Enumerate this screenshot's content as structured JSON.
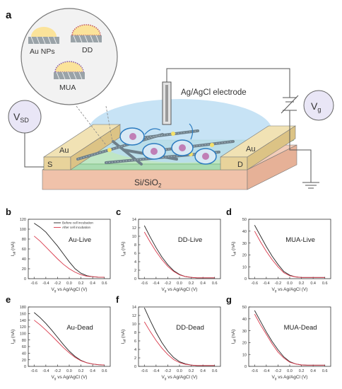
{
  "figure": {
    "panel_a": {
      "letter": "a",
      "inset_labels": [
        "Au NPs",
        "DD",
        "MUA"
      ],
      "electrode_label": "Ag/AgCl electrode",
      "vsd_label": "V",
      "vsd_sub": "SD",
      "vg_label": "V",
      "vg_sub": "g",
      "au_left": "Au",
      "au_right": "Au",
      "source": "S",
      "drain": "D",
      "substrate": "Si/SiO",
      "substrate_sub": "2",
      "colors": {
        "liquid": "#b9dcf2",
        "channel_green": "#bfe6c4",
        "substrate": "#f3cdb9",
        "gold": "#f1e2b4",
        "vsd_circle": "#e9e6f6",
        "nanoparticle": "#fbe39a"
      }
    },
    "legend": {
      "before": "Before cell incubation",
      "after": "After cell incubation",
      "before_color": "#222222",
      "after_color": "#d9384a"
    }
  },
  "chart_data": [
    {
      "panel": "b",
      "type": "line",
      "title": "Au-Live",
      "xlabel_main": "V",
      "xlabel_sub": "g",
      "xlabel_rest": " vs Ag/AgCl (V)",
      "ylabel_main": "I",
      "ylabel_sub": "sd",
      "ylabel_rest": " (nA)",
      "xlim": [
        -0.7,
        0.7
      ],
      "ylim": [
        0,
        120
      ],
      "xticks": [
        "-0.6",
        "-0.4",
        "-0.2",
        "0.0",
        "0.2",
        "0.4",
        "0.6"
      ],
      "yticks": [
        "0",
        "20",
        "40",
        "60",
        "80",
        "100",
        "120"
      ],
      "show_legend": true,
      "series": [
        {
          "name": "Before cell incubation",
          "x": [
            -0.6,
            -0.5,
            -0.4,
            -0.3,
            -0.2,
            -0.1,
            0.0,
            0.1,
            0.2,
            0.3,
            0.4,
            0.5,
            0.6
          ],
          "y": [
            112,
            104,
            94,
            80,
            66,
            50,
            34,
            20,
            11,
            6,
            4,
            3,
            3
          ]
        },
        {
          "name": "After cell incubation",
          "x": [
            -0.6,
            -0.5,
            -0.4,
            -0.3,
            -0.2,
            -0.1,
            0.0,
            0.1,
            0.2,
            0.3,
            0.4,
            0.5,
            0.6
          ],
          "y": [
            86,
            76,
            64,
            52,
            40,
            29,
            20,
            13,
            8,
            5,
            4,
            3,
            3
          ]
        }
      ]
    },
    {
      "panel": "c",
      "type": "line",
      "title": "DD-Live",
      "xlabel_main": "V",
      "xlabel_sub": "g",
      "xlabel_rest": " vs Ag/AgCl (V)",
      "ylabel_main": "I",
      "ylabel_sub": "sd",
      "ylabel_rest": " (nA)",
      "xlim": [
        -0.7,
        0.7
      ],
      "ylim": [
        0,
        14
      ],
      "xticks": [
        "-0.6",
        "-0.4",
        "-0.2",
        "0.0",
        "0.2",
        "0.4",
        "0.6"
      ],
      "yticks": [
        "0",
        "2",
        "4",
        "6",
        "8",
        "10",
        "12",
        "14"
      ],
      "show_legend": false,
      "series": [
        {
          "name": "Before cell incubation",
          "x": [
            -0.6,
            -0.5,
            -0.4,
            -0.3,
            -0.2,
            -0.1,
            0.0,
            0.1,
            0.2,
            0.3,
            0.4,
            0.5,
            0.6
          ],
          "y": [
            12.5,
            9.8,
            7.3,
            5.1,
            3.3,
            1.9,
            1.0,
            0.5,
            0.3,
            0.2,
            0.2,
            0.2,
            0.2
          ]
        },
        {
          "name": "After cell incubation",
          "x": [
            -0.6,
            -0.5,
            -0.4,
            -0.3,
            -0.2,
            -0.1,
            0.0,
            0.1,
            0.2,
            0.3,
            0.4,
            0.5,
            0.6
          ],
          "y": [
            11.0,
            8.6,
            6.4,
            4.5,
            2.9,
            1.7,
            0.9,
            0.5,
            0.3,
            0.2,
            0.2,
            0.2,
            0.2
          ]
        }
      ]
    },
    {
      "panel": "d",
      "type": "line",
      "title": "MUA-Live",
      "xlabel_main": "V",
      "xlabel_sub": "g",
      "xlabel_rest": " vs Ag/AgCl (V)",
      "ylabel_main": "I",
      "ylabel_sub": "sd",
      "ylabel_rest": " (nA)",
      "xlim": [
        -0.7,
        0.7
      ],
      "ylim": [
        0,
        50
      ],
      "xticks": [
        "-0.6",
        "-0.4",
        "-0.2",
        "0.0",
        "0.2",
        "0.4",
        "0.6"
      ],
      "yticks": [
        "0",
        "10",
        "20",
        "30",
        "40",
        "50"
      ],
      "show_legend": false,
      "series": [
        {
          "name": "Before cell incubation",
          "x": [
            -0.6,
            -0.5,
            -0.4,
            -0.3,
            -0.2,
            -0.1,
            0.0,
            0.1,
            0.2,
            0.3,
            0.4,
            0.5,
            0.6
          ],
          "y": [
            45,
            36,
            27,
            19,
            12,
            6,
            3,
            1.5,
            1,
            1,
            1,
            1,
            1
          ]
        },
        {
          "name": "After cell incubation",
          "x": [
            -0.6,
            -0.5,
            -0.4,
            -0.3,
            -0.2,
            -0.1,
            0.0,
            0.1,
            0.2,
            0.3,
            0.4,
            0.5,
            0.6
          ],
          "y": [
            40,
            31,
            23,
            16,
            10,
            5,
            2.5,
            1.5,
            1,
            1,
            1,
            1,
            1
          ]
        }
      ]
    },
    {
      "panel": "e",
      "type": "line",
      "title": "Au-Dead",
      "xlabel_main": "V",
      "xlabel_sub": "g",
      "xlabel_rest": " vs Ag/AgCl (V)",
      "ylabel_main": "I",
      "ylabel_sub": "sd",
      "ylabel_rest": " (nA)",
      "xlim": [
        -0.7,
        0.7
      ],
      "ylim": [
        0,
        180
      ],
      "xticks": [
        "-0.6",
        "-0.4",
        "-0.2",
        "0.0",
        "0.2",
        "0.4",
        "0.6"
      ],
      "yticks": [
        "0",
        "20",
        "40",
        "60",
        "80",
        "100",
        "120",
        "140",
        "160",
        "180"
      ],
      "show_legend": false,
      "series": [
        {
          "name": "Before cell incubation",
          "x": [
            -0.6,
            -0.5,
            -0.4,
            -0.3,
            -0.2,
            -0.1,
            0.0,
            0.1,
            0.2,
            0.3,
            0.4,
            0.5,
            0.6
          ],
          "y": [
            163,
            148,
            130,
            110,
            88,
            66,
            46,
            30,
            18,
            11,
            7,
            5,
            4
          ]
        },
        {
          "name": "After cell incubation",
          "x": [
            -0.6,
            -0.5,
            -0.4,
            -0.3,
            -0.2,
            -0.1,
            0.0,
            0.1,
            0.2,
            0.3,
            0.4,
            0.5,
            0.6
          ],
          "y": [
            140,
            126,
            110,
            93,
            75,
            57,
            41,
            27,
            17,
            11,
            7,
            5,
            4
          ]
        }
      ]
    },
    {
      "panel": "f",
      "type": "line",
      "title": "DD-Dead",
      "xlabel_main": "V",
      "xlabel_sub": "g",
      "xlabel_rest": " vs Ag/AgCl (V)",
      "ylabel_main": "I",
      "ylabel_sub": "sd",
      "ylabel_rest": " (nA)",
      "xlim": [
        -0.7,
        0.7
      ],
      "ylim": [
        0,
        14
      ],
      "xticks": [
        "-0.6",
        "-0.4",
        "-0.2",
        "0.0",
        "0.2",
        "0.4",
        "0.6"
      ],
      "yticks": [
        "0",
        "2",
        "4",
        "6",
        "8",
        "10",
        "12",
        "14"
      ],
      "show_legend": false,
      "series": [
        {
          "name": "Before cell incubation",
          "x": [
            -0.6,
            -0.5,
            -0.4,
            -0.3,
            -0.2,
            -0.1,
            0.0,
            0.1,
            0.2,
            0.3,
            0.4,
            0.5,
            0.6
          ],
          "y": [
            13.8,
            10.8,
            8.0,
            5.6,
            3.6,
            2.1,
            1.1,
            0.6,
            0.3,
            0.2,
            0.2,
            0.2,
            0.2
          ]
        },
        {
          "name": "After cell incubation",
          "x": [
            -0.6,
            -0.5,
            -0.4,
            -0.3,
            -0.2,
            -0.1,
            0.0,
            0.1,
            0.2,
            0.3,
            0.4,
            0.5,
            0.6
          ],
          "y": [
            10.5,
            8.2,
            6.1,
            4.3,
            2.8,
            1.6,
            0.9,
            0.5,
            0.3,
            0.2,
            0.2,
            0.2,
            0.2
          ]
        }
      ]
    },
    {
      "panel": "g",
      "type": "line",
      "title": "MUA-Dead",
      "xlabel_main": "V",
      "xlabel_sub": "g",
      "xlabel_rest": " vs Ag/AgCl (V)",
      "ylabel_main": "I",
      "ylabel_sub": "sd",
      "ylabel_rest": " (nA)",
      "xlim": [
        -0.7,
        0.7
      ],
      "ylim": [
        0,
        50
      ],
      "xticks": [
        "-0.6",
        "-0.4",
        "-0.2",
        "0.0",
        "0.2",
        "0.4",
        "0.6"
      ],
      "yticks": [
        "0",
        "10",
        "20",
        "30",
        "40",
        "50"
      ],
      "show_legend": false,
      "series": [
        {
          "name": "Before cell incubation",
          "x": [
            -0.6,
            -0.5,
            -0.4,
            -0.3,
            -0.2,
            -0.1,
            0.0,
            0.1,
            0.2,
            0.3,
            0.4,
            0.5,
            0.6
          ],
          "y": [
            47,
            38,
            29,
            21,
            14,
            8,
            4,
            2,
            1.2,
            1,
            1,
            1,
            1
          ]
        },
        {
          "name": "After cell incubation",
          "x": [
            -0.6,
            -0.5,
            -0.4,
            -0.3,
            -0.2,
            -0.1,
            0.0,
            0.1,
            0.2,
            0.3,
            0.4,
            0.5,
            0.6
          ],
          "y": [
            44,
            35,
            27,
            19,
            12,
            7,
            3.5,
            2,
            1.2,
            1,
            1,
            1,
            1
          ]
        }
      ]
    }
  ]
}
